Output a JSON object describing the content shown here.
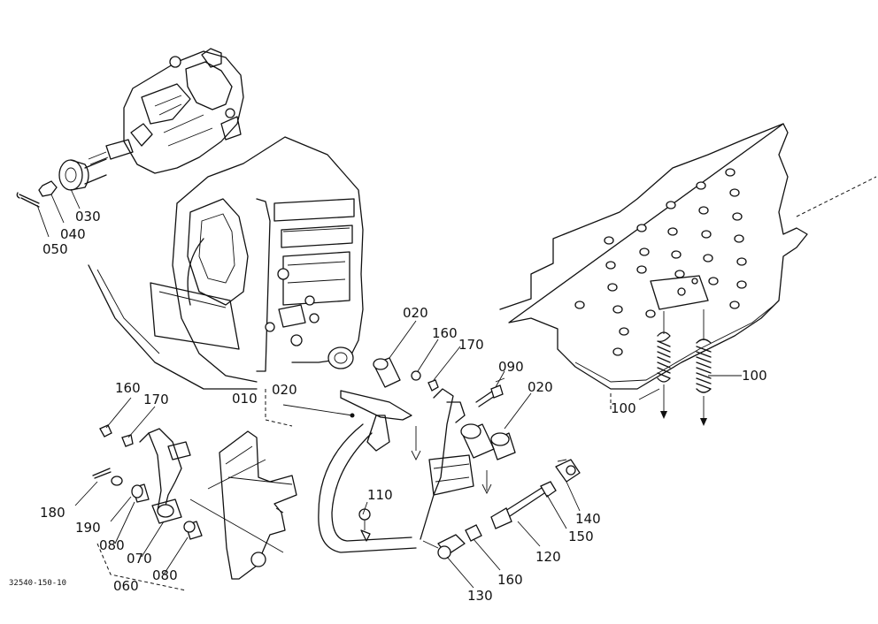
{
  "callouts": {
    "c010": "010",
    "c020_a": "020",
    "c020_b": "020",
    "c020_c": "020",
    "c030": "030",
    "c040": "040",
    "c050": "050",
    "c060": "060",
    "c070": "070",
    "c080_a": "080",
    "c080_b": "080",
    "c090": "090",
    "c100_a": "100",
    "c100_b": "100",
    "c110": "110",
    "c120": "120",
    "c130": "130",
    "c140": "140",
    "c150": "150",
    "c160_a": "160",
    "c160_b": "160",
    "c160_c": "160",
    "c170_a": "170",
    "c170_b": "170",
    "c180": "180",
    "c190": "190"
  },
  "catalog_number": "32540-150-10"
}
